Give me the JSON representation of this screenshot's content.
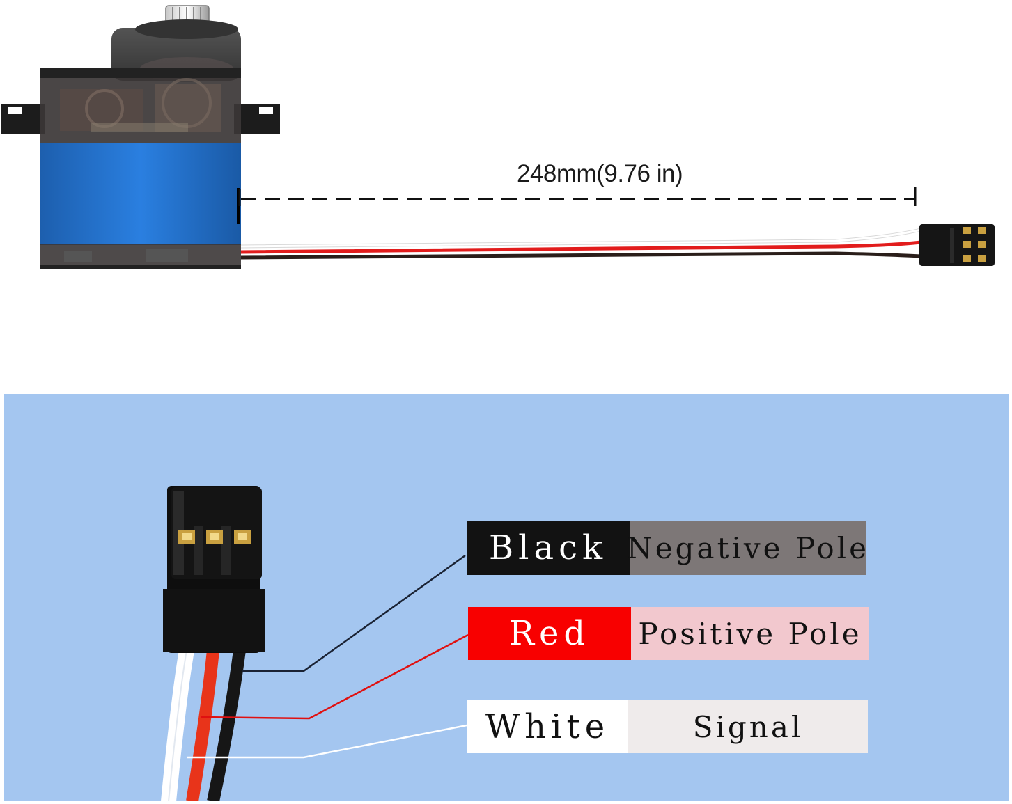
{
  "measurement": {
    "label": "248mm(9.76 in)"
  },
  "pinout": [
    {
      "wire": "Black",
      "function": "Negative Pole",
      "wire_bg": "#121212",
      "wire_fg": "#ffffff",
      "func_bg": "#7d7777",
      "func_fg": "#111111",
      "line_color": "#1a2233"
    },
    {
      "wire": "Red",
      "function": "Positive Pole",
      "wire_bg": "#f80000",
      "wire_fg": "#ffffff",
      "func_bg": "#f2c8ce",
      "func_fg": "#111111",
      "line_color": "#e01010"
    },
    {
      "wire": "White",
      "function": "Signal",
      "wire_bg": "#ffffff",
      "wire_fg": "#111111",
      "func_bg": "#efebeb",
      "func_fg": "#111111",
      "line_color": "#ffffff"
    }
  ],
  "colors": {
    "servo_body": "#1e6fc8",
    "servo_case": "#3a3a3a",
    "panel_bg": "#a4c6f0"
  }
}
